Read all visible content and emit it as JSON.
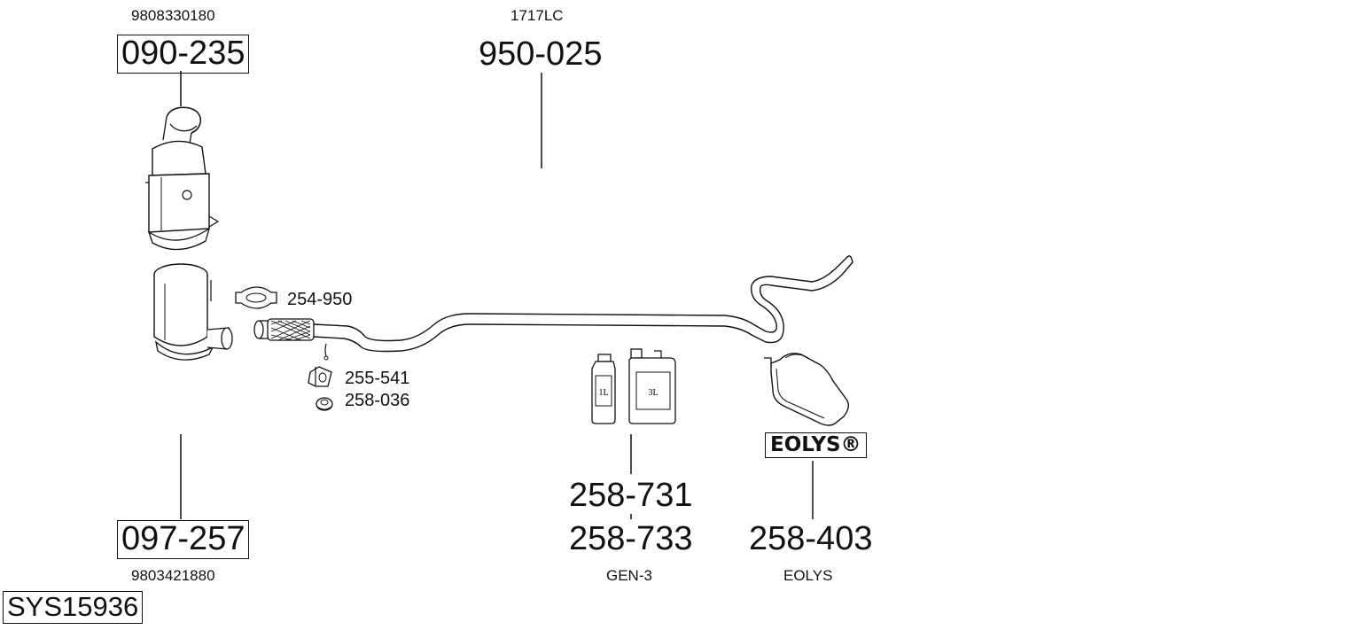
{
  "diagram_id": "SYS15936",
  "parts": {
    "catalyst": {
      "oem": "9808330180",
      "code": "090-235"
    },
    "dpf": {
      "oem": "9803421880",
      "code": "097-257"
    },
    "pipe": {
      "oem": "1717LC",
      "code": "950-025"
    },
    "clamp": {
      "code": "254-950"
    },
    "bracket": {
      "code": "255-541"
    },
    "nut": {
      "code": "258-036"
    },
    "fluid": {
      "code_a": "258-731",
      "code_b": "258-733",
      "desc": "GEN-3",
      "can_small": "1L",
      "can_large": "3L"
    },
    "eolys": {
      "code": "258-403",
      "desc": "EOLYS",
      "logo": "EOLYS®"
    }
  },
  "colors": {
    "line": "#111111",
    "background": "#ffffff"
  }
}
